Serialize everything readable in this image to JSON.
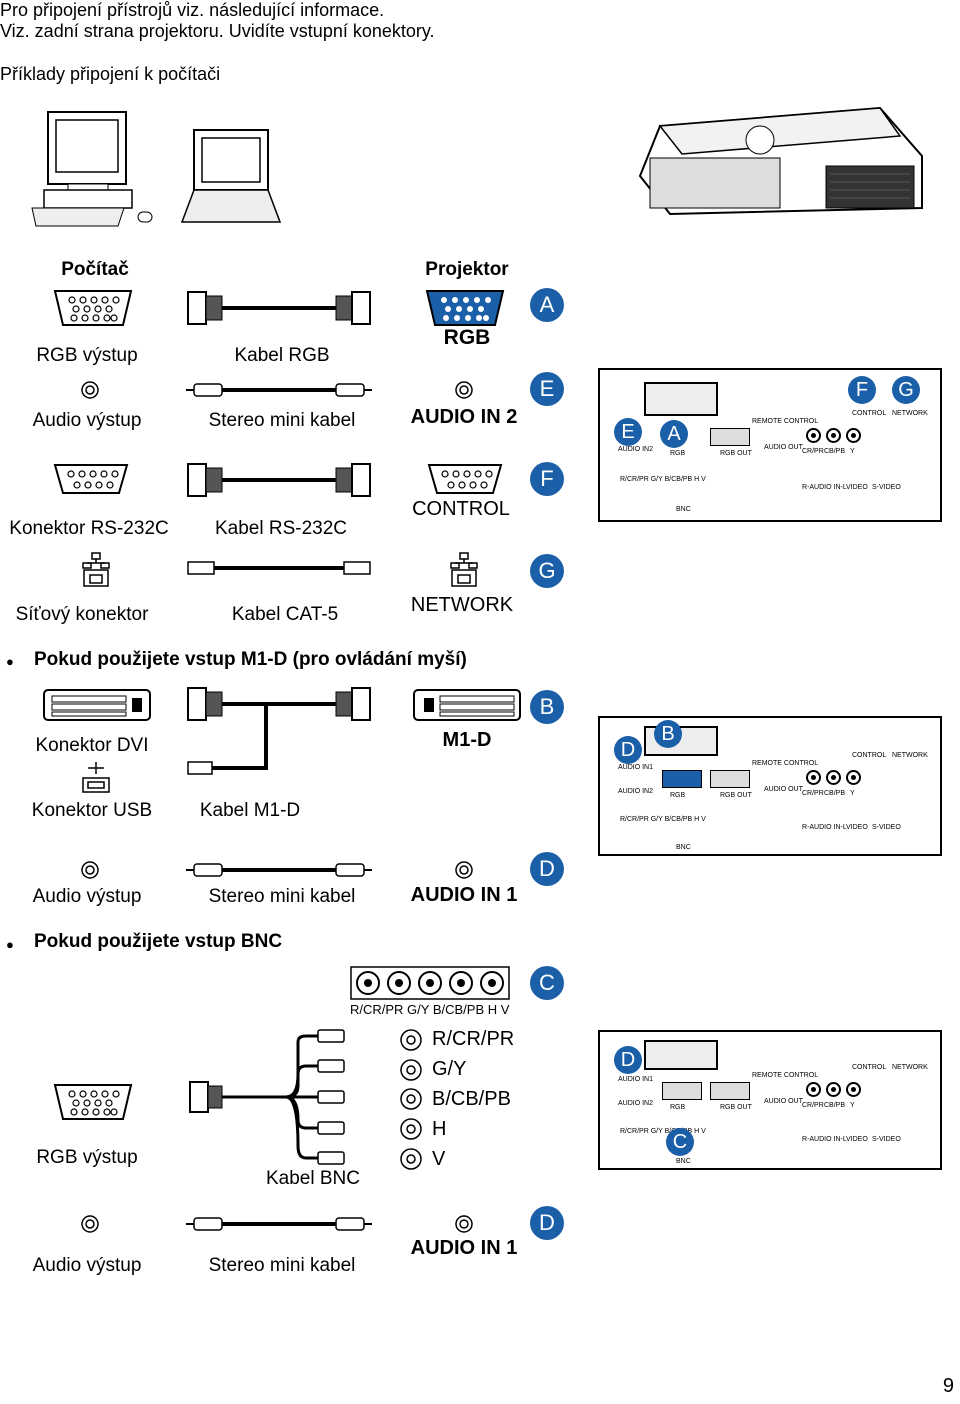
{
  "intro": {
    "line1": "Pro připojení přístrojů viz. následující informace.",
    "line2": "Viz. zadní strana projektoru. Uvidíte vstupní konektory.",
    "heading": "Příklady připojení k počítači"
  },
  "columns": {
    "computer": "Počítač",
    "projector": "Projektor"
  },
  "rows": {
    "rgb": {
      "left": "RGB výstup",
      "cable": "Kabel RGB",
      "right": "RGB",
      "marker": "A"
    },
    "audio2": {
      "left": "Audio výstup",
      "cable": "Stereo mini kabel",
      "right": "AUDIO IN 2",
      "marker": "E"
    },
    "rs232": {
      "left": "Konektor RS-232C",
      "cable": "Kabel RS-232C",
      "right": "CONTROL",
      "marker": "F"
    },
    "network": {
      "left": "Síťový konektor",
      "cable": "Kabel CAT-5",
      "right": "NETWORK",
      "marker": "G"
    },
    "dvi_left": "Konektor DVI",
    "usb_left": "Konektor USB",
    "m1d_cable": "Kabel M1-D",
    "m1d_right": "M1-D",
    "m1d_marker": "B",
    "audio1a": {
      "left": "Audio výstup",
      "cable": "Stereo mini kabel",
      "right": "AUDIO IN 1",
      "marker": "D"
    },
    "bnc_left": "RGB výstup",
    "bnc_cable": "Kabel BNC",
    "bnc_marker": "C",
    "audio1b": {
      "left": "Audio výstup",
      "cable": "Stereo mini kabel",
      "right": "AUDIO IN 1",
      "marker": "D"
    }
  },
  "bullets": {
    "m1d": "Pokud použijete vstup M1-D (pro ovládání myší)",
    "bnc": "Pokud použijete vstup BNC"
  },
  "bnc": {
    "header": "R/CR/PR G/Y B/CB/PB  H      V",
    "list": [
      "R/CR/PR",
      "G/Y",
      "B/CB/PB",
      "H",
      "V"
    ]
  },
  "panel": {
    "audio_in1": "AUDIO IN1",
    "audio_in2": "AUDIO IN2",
    "rgb": "RGB",
    "rgb_out": "RGB OUT",
    "remote": "REMOTE CONTROL",
    "audio_out": "AUDIO OUT",
    "control": "CONTROL",
    "network": "NETWORK",
    "cr": "CR/PR",
    "cb": "CB/PB",
    "y": "Y",
    "r_audio": "R-AUDIO IN-L",
    "video": "VIDEO",
    "svideo": "S-VIDEO",
    "bnc_row": "R/CR/PR    G/Y    B/CB/PB     H         V",
    "bnc": "BNC"
  },
  "page_number": "9"
}
